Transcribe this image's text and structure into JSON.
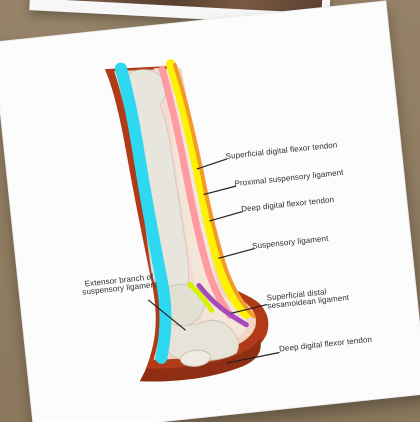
{
  "diagram": {
    "labels": {
      "superficial_digital_flexor_tendon": "Superficial digital flexor tendon",
      "proximal_suspensory_ligament": "Proximal suspensory ligament",
      "deep_digital_flexor_tendon_upper": "Deep digital flexor tendon",
      "suspensory_ligament": "Suspensory ligament",
      "extensor_branch_of_suspensory_ligament": "Extensor branch of suspensory ligament",
      "superficial_distal_sesamoidean_ligament": "Superficial distal sesamoidean ligament",
      "deep_digital_flexor_tendon_lower": "Deep digital flexor tendon"
    }
  }
}
